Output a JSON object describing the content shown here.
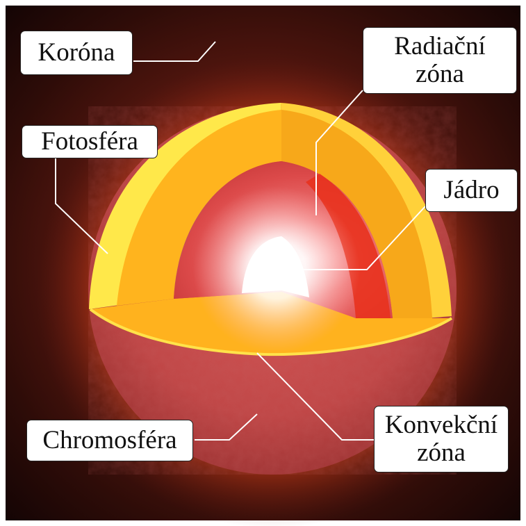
{
  "title": "",
  "colors": {
    "background": "#ffffff",
    "space": "#1a0808",
    "corona_glow": "#ff6a1a",
    "chromosphere": "#c44a4a",
    "photosphere": "#ffe84a",
    "convective_zone": "#ffb21e",
    "radiative_zone": "#e04040",
    "core": "#ffffff",
    "leader_line": "#ffffff",
    "label_border": "#222222"
  },
  "labels": {
    "corona": "Koróna",
    "radiative_zone_line1": "Radiační",
    "radiative_zone_line2": "zóna",
    "photosphere": "Fotosféra",
    "core": "Jádro",
    "chromosphere": "Chromosféra",
    "convective_zone_line1": "Konvekční",
    "convective_zone_line2": "zóna"
  }
}
